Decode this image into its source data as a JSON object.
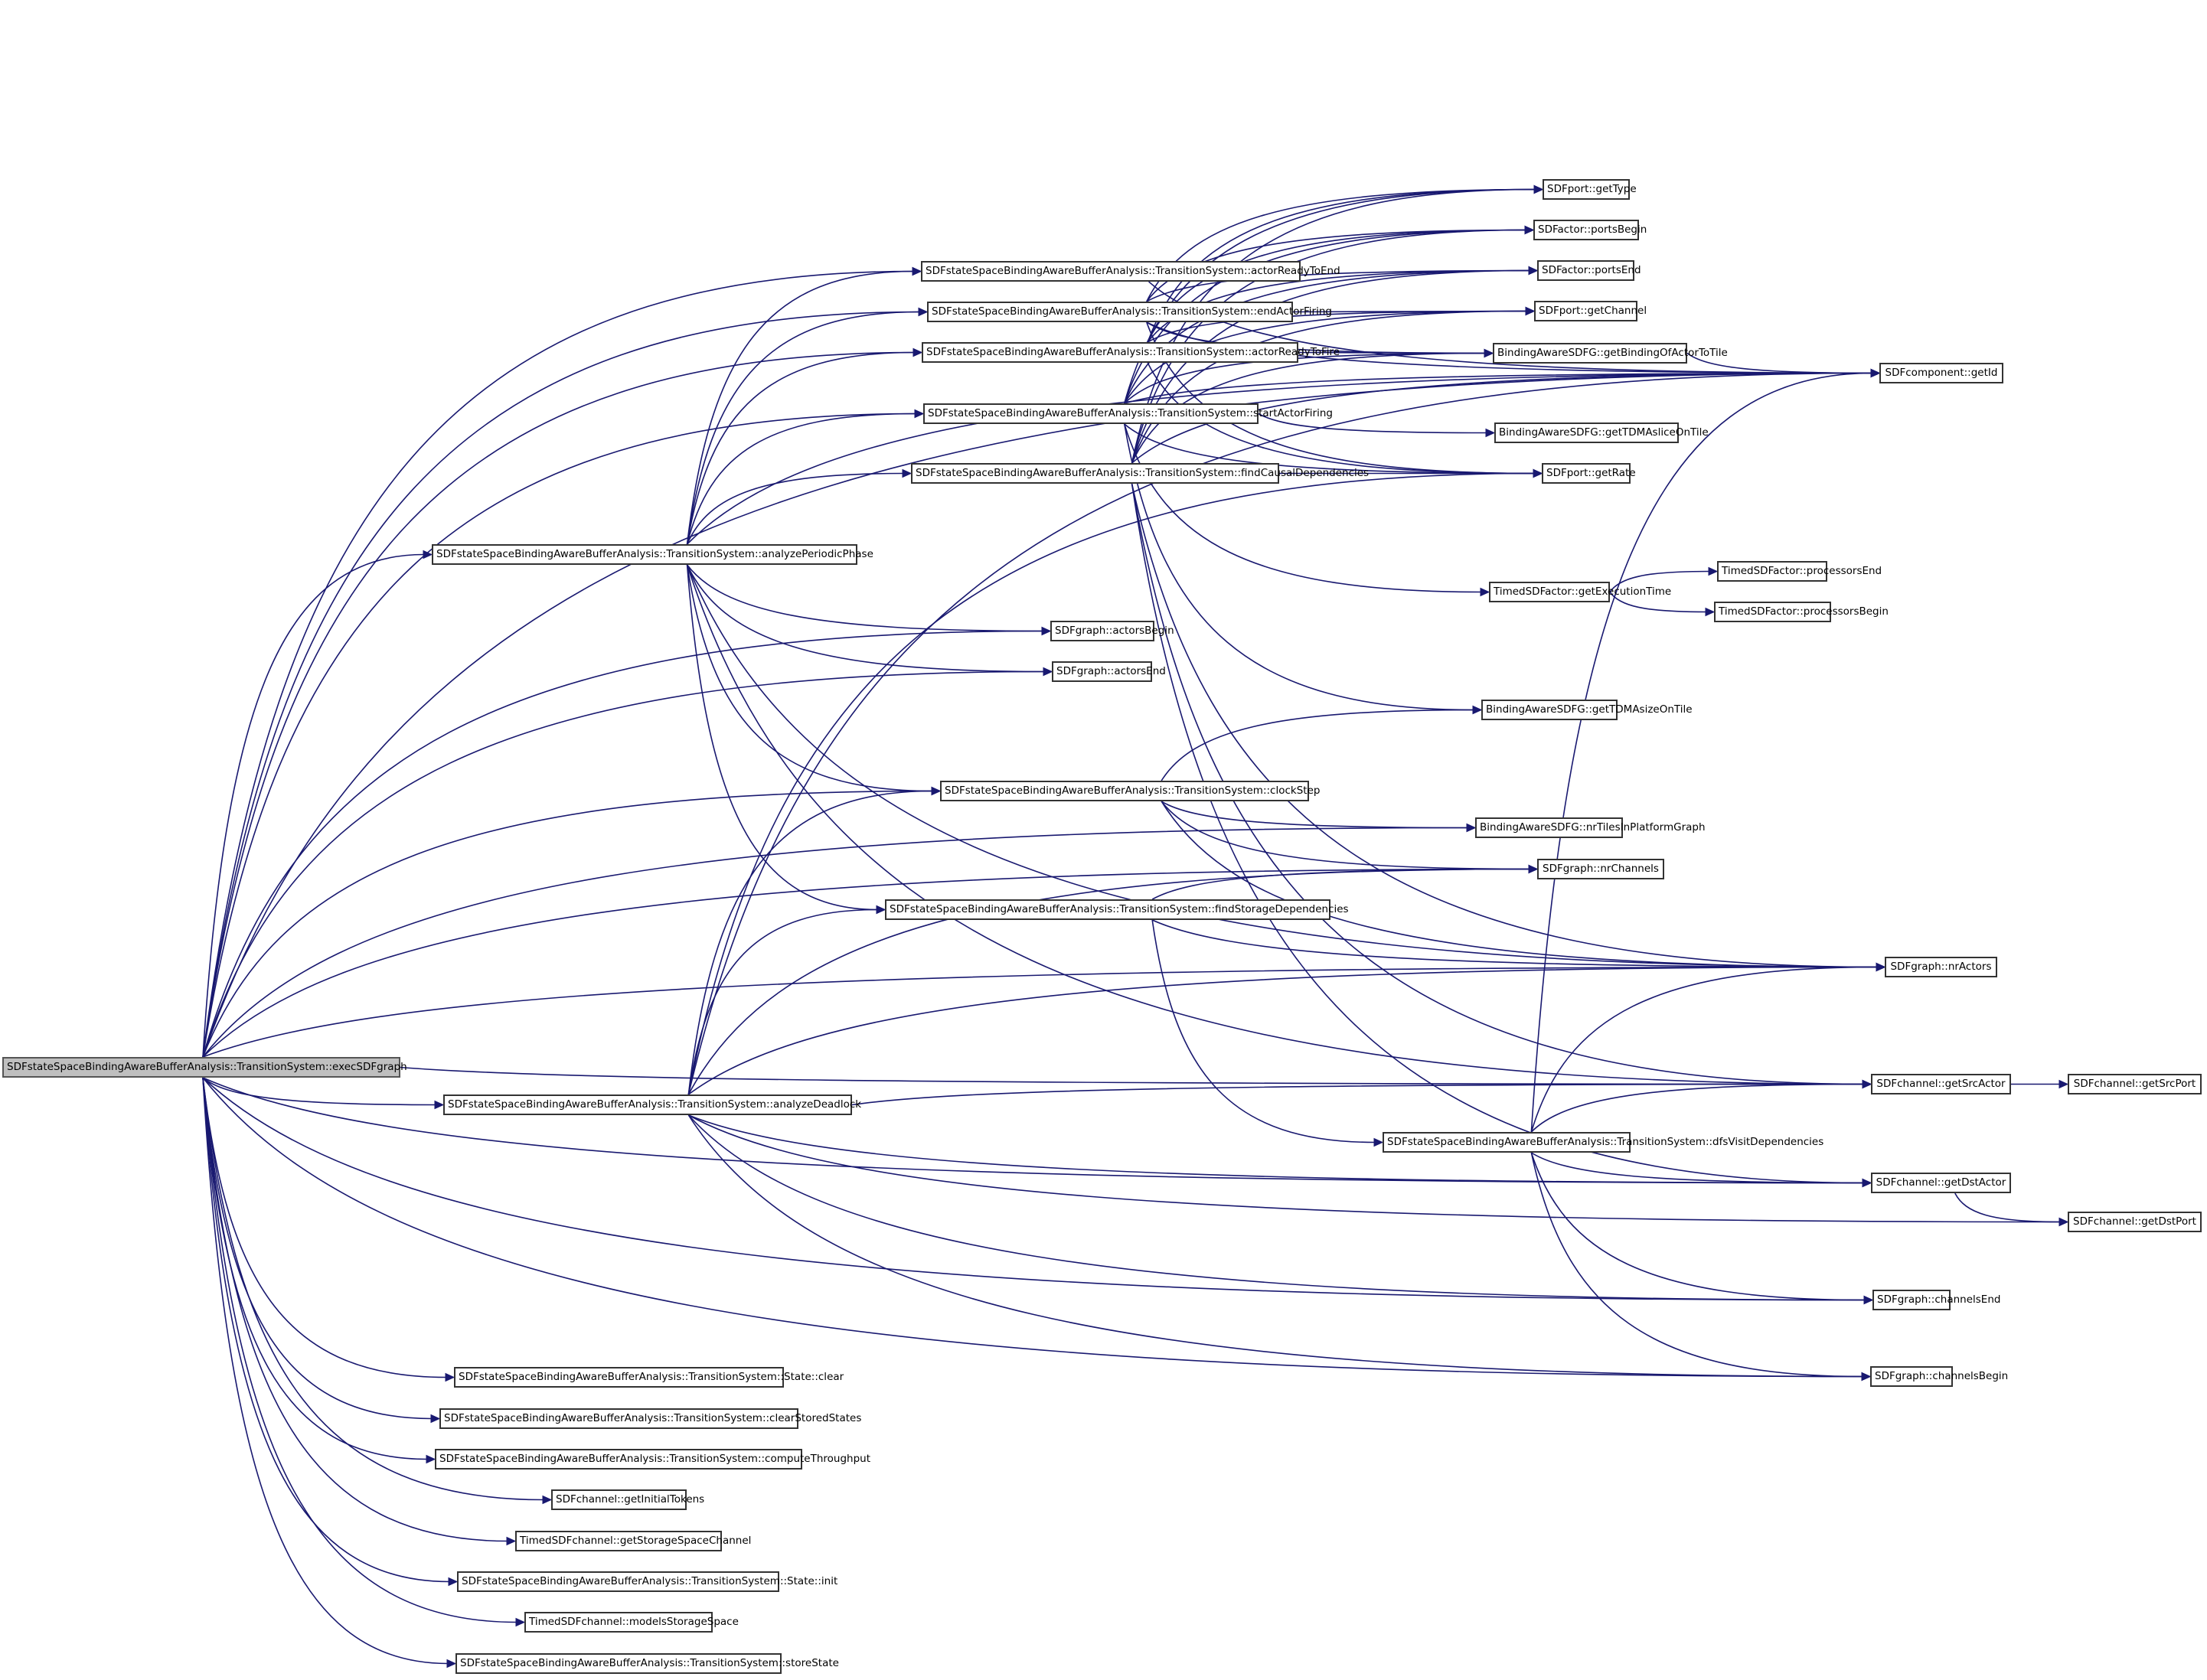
{
  "diagram": {
    "type": "call-graph",
    "root": "execSDFgraph",
    "colors": {
      "edge": "#191970",
      "root_fill": "#bfbfbf",
      "node_fill": "#ffffff",
      "node_border": "#333333"
    },
    "nodes": [
      {
        "id": "execSDFgraph",
        "label": "SDFstateSpaceBindingAwareBufferAnalysis::TransitionSystem::execSDFgraph",
        "root": true
      },
      {
        "id": "actorReadyToEnd",
        "label": "SDFstateSpaceBindingAwareBufferAnalysis::TransitionSystem::actorReadyToEnd"
      },
      {
        "id": "endActorFiring",
        "label": "SDFstateSpaceBindingAwareBufferAnalysis::TransitionSystem::endActorFiring"
      },
      {
        "id": "actorReadyToFire",
        "label": "SDFstateSpaceBindingAwareBufferAnalysis::TransitionSystem::actorReadyToFire"
      },
      {
        "id": "startActorFiring",
        "label": "SDFstateSpaceBindingAwareBufferAnalysis::TransitionSystem::startActorFiring"
      },
      {
        "id": "findCausalDependencies",
        "label": "SDFstateSpaceBindingAwareBufferAnalysis::TransitionSystem::findCausalDependencies"
      },
      {
        "id": "analyzePeriodicPhase",
        "label": "SDFstateSpaceBindingAwareBufferAnalysis::TransitionSystem::analyzePeriodicPhase"
      },
      {
        "id": "actorsBegin",
        "label": "SDFgraph::actorsBegin"
      },
      {
        "id": "actorsEnd",
        "label": "SDFgraph::actorsEnd"
      },
      {
        "id": "clockStep",
        "label": "SDFstateSpaceBindingAwareBufferAnalysis::TransitionSystem::clockStep"
      },
      {
        "id": "findStorageDependencies",
        "label": "SDFstateSpaceBindingAwareBufferAnalysis::TransitionSystem::findStorageDependencies"
      },
      {
        "id": "analyzeDeadlock",
        "label": "SDFstateSpaceBindingAwareBufferAnalysis::TransitionSystem::analyzeDeadlock"
      },
      {
        "id": "getType",
        "label": "SDFport::getType"
      },
      {
        "id": "portsBegin",
        "label": "SDFactor::portsBegin"
      },
      {
        "id": "portsEnd",
        "label": "SDFactor::portsEnd"
      },
      {
        "id": "getChannel",
        "label": "SDFport::getChannel"
      },
      {
        "id": "getBindingOfActorToTile",
        "label": "BindingAwareSDFG::getBindingOfActorToTile"
      },
      {
        "id": "getTDMAsliceOnTile",
        "label": "BindingAwareSDFG::getTDMAsliceOnTile"
      },
      {
        "id": "getRate",
        "label": "SDFport::getRate"
      },
      {
        "id": "getId",
        "label": "SDFcomponent::getId"
      },
      {
        "id": "getExecutionTime",
        "label": "TimedSDFactor::getExecutionTime"
      },
      {
        "id": "processorsEnd",
        "label": "TimedSDFactor::processorsEnd"
      },
      {
        "id": "processorsBegin",
        "label": "TimedSDFactor::processorsBegin"
      },
      {
        "id": "getTDMAsizeOnTile",
        "label": "BindingAwareSDFG::getTDMAsizeOnTile"
      },
      {
        "id": "nrTilesInPlatformGraph",
        "label": "BindingAwareSDFG::nrTilesInPlatformGraph"
      },
      {
        "id": "nrChannels",
        "label": "SDFgraph::nrChannels"
      },
      {
        "id": "nrActors",
        "label": "SDFgraph::nrActors"
      },
      {
        "id": "getSrcActor",
        "label": "SDFchannel::getSrcActor"
      },
      {
        "id": "getSrcPort",
        "label": "SDFchannel::getSrcPort"
      },
      {
        "id": "dfsVisitDependencies",
        "label": "SDFstateSpaceBindingAwareBufferAnalysis::TransitionSystem::dfsVisitDependencies"
      },
      {
        "id": "getDstActor",
        "label": "SDFchannel::getDstActor"
      },
      {
        "id": "getDstPort",
        "label": "SDFchannel::getDstPort"
      },
      {
        "id": "channelsEnd",
        "label": "SDFgraph::channelsEnd"
      },
      {
        "id": "channelsBegin",
        "label": "SDFgraph::channelsBegin"
      },
      {
        "id": "stateClear",
        "label": "SDFstateSpaceBindingAwareBufferAnalysis::TransitionSystem::State::clear"
      },
      {
        "id": "clearStoredStates",
        "label": "SDFstateSpaceBindingAwareBufferAnalysis::TransitionSystem::clearStoredStates"
      },
      {
        "id": "computeThroughput",
        "label": "SDFstateSpaceBindingAwareBufferAnalysis::TransitionSystem::computeThroughput"
      },
      {
        "id": "getInitialTokens",
        "label": "SDFchannel::getInitialTokens"
      },
      {
        "id": "getStorageSpaceChannel",
        "label": "TimedSDFchannel::getStorageSpaceChannel"
      },
      {
        "id": "stateInit",
        "label": "SDFstateSpaceBindingAwareBufferAnalysis::TransitionSystem::State::init"
      },
      {
        "id": "modelsStorageSpace",
        "label": "TimedSDFchannel::modelsStorageSpace"
      },
      {
        "id": "storeState",
        "label": "SDFstateSpaceBindingAwareBufferAnalysis::TransitionSystem::storeState"
      }
    ],
    "edges": [
      [
        "execSDFgraph",
        "actorReadyToEnd"
      ],
      [
        "execSDFgraph",
        "endActorFiring"
      ],
      [
        "execSDFgraph",
        "actorReadyToFire"
      ],
      [
        "execSDFgraph",
        "startActorFiring"
      ],
      [
        "execSDFgraph",
        "analyzePeriodicPhase"
      ],
      [
        "execSDFgraph",
        "actorsBegin"
      ],
      [
        "execSDFgraph",
        "actorsEnd"
      ],
      [
        "execSDFgraph",
        "clockStep"
      ],
      [
        "execSDFgraph",
        "nrTilesInPlatformGraph"
      ],
      [
        "execSDFgraph",
        "nrChannels"
      ],
      [
        "execSDFgraph",
        "nrActors"
      ],
      [
        "execSDFgraph",
        "getSrcActor"
      ],
      [
        "execSDFgraph",
        "analyzeDeadlock"
      ],
      [
        "execSDFgraph",
        "getDstActor"
      ],
      [
        "execSDFgraph",
        "channelsEnd"
      ],
      [
        "execSDFgraph",
        "channelsBegin"
      ],
      [
        "execSDFgraph",
        "getId"
      ],
      [
        "execSDFgraph",
        "stateClear"
      ],
      [
        "execSDFgraph",
        "clearStoredStates"
      ],
      [
        "execSDFgraph",
        "computeThroughput"
      ],
      [
        "execSDFgraph",
        "getInitialTokens"
      ],
      [
        "execSDFgraph",
        "getStorageSpaceChannel"
      ],
      [
        "execSDFgraph",
        "stateInit"
      ],
      [
        "execSDFgraph",
        "modelsStorageSpace"
      ],
      [
        "execSDFgraph",
        "storeState"
      ],
      [
        "actorReadyToEnd",
        "getId"
      ],
      [
        "endActorFiring",
        "getType"
      ],
      [
        "endActorFiring",
        "portsBegin"
      ],
      [
        "endActorFiring",
        "portsEnd"
      ],
      [
        "endActorFiring",
        "getChannel"
      ],
      [
        "endActorFiring",
        "getBindingOfActorToTile"
      ],
      [
        "endActorFiring",
        "getRate"
      ],
      [
        "endActorFiring",
        "getId"
      ],
      [
        "actorReadyToFire",
        "getType"
      ],
      [
        "actorReadyToFire",
        "portsBegin"
      ],
      [
        "actorReadyToFire",
        "portsEnd"
      ],
      [
        "actorReadyToFire",
        "getChannel"
      ],
      [
        "actorReadyToFire",
        "getBindingOfActorToTile"
      ],
      [
        "actorReadyToFire",
        "getRate"
      ],
      [
        "startActorFiring",
        "getType"
      ],
      [
        "startActorFiring",
        "portsBegin"
      ],
      [
        "startActorFiring",
        "portsEnd"
      ],
      [
        "startActorFiring",
        "getChannel"
      ],
      [
        "startActorFiring",
        "getBindingOfActorToTile"
      ],
      [
        "startActorFiring",
        "getTDMAsliceOnTile"
      ],
      [
        "startActorFiring",
        "getRate"
      ],
      [
        "startActorFiring",
        "getId"
      ],
      [
        "startActorFiring",
        "getExecutionTime"
      ],
      [
        "startActorFiring",
        "getTDMAsizeOnTile"
      ],
      [
        "findCausalDependencies",
        "getType"
      ],
      [
        "findCausalDependencies",
        "portsBegin"
      ],
      [
        "findCausalDependencies",
        "portsEnd"
      ],
      [
        "findCausalDependencies",
        "getChannel"
      ],
      [
        "findCausalDependencies",
        "getBindingOfActorToTile"
      ],
      [
        "findCausalDependencies",
        "getRate"
      ],
      [
        "findCausalDependencies",
        "getId"
      ],
      [
        "findCausalDependencies",
        "nrActors"
      ],
      [
        "findCausalDependencies",
        "getSrcActor"
      ],
      [
        "findCausalDependencies",
        "getDstActor"
      ],
      [
        "analyzePeriodicPhase",
        "actorReadyToEnd"
      ],
      [
        "analyzePeriodicPhase",
        "endActorFiring"
      ],
      [
        "analyzePeriodicPhase",
        "actorReadyToFire"
      ],
      [
        "analyzePeriodicPhase",
        "startActorFiring"
      ],
      [
        "analyzePeriodicPhase",
        "findCausalDependencies"
      ],
      [
        "analyzePeriodicPhase",
        "actorsBegin"
      ],
      [
        "analyzePeriodicPhase",
        "actorsEnd"
      ],
      [
        "analyzePeriodicPhase",
        "clockStep"
      ],
      [
        "analyzePeriodicPhase",
        "findStorageDependencies"
      ],
      [
        "analyzePeriodicPhase",
        "getId"
      ],
      [
        "analyzePeriodicPhase",
        "nrActors"
      ],
      [
        "analyzePeriodicPhase",
        "getSrcActor"
      ],
      [
        "clockStep",
        "getTDMAsizeOnTile"
      ],
      [
        "clockStep",
        "nrTilesInPlatformGraph"
      ],
      [
        "clockStep",
        "nrActors"
      ],
      [
        "clockStep",
        "nrChannels"
      ],
      [
        "findStorageDependencies",
        "nrChannels"
      ],
      [
        "findStorageDependencies",
        "nrActors"
      ],
      [
        "findStorageDependencies",
        "dfsVisitDependencies"
      ],
      [
        "analyzeDeadlock",
        "clockStep"
      ],
      [
        "analyzeDeadlock",
        "findStorageDependencies"
      ],
      [
        "analyzeDeadlock",
        "getRate"
      ],
      [
        "analyzeDeadlock",
        "getId"
      ],
      [
        "analyzeDeadlock",
        "nrActors"
      ],
      [
        "analyzeDeadlock",
        "getSrcActor"
      ],
      [
        "analyzeDeadlock",
        "getDstActor"
      ],
      [
        "analyzeDeadlock",
        "getDstPort"
      ],
      [
        "analyzeDeadlock",
        "channelsEnd"
      ],
      [
        "analyzeDeadlock",
        "channelsBegin"
      ],
      [
        "analyzeDeadlock",
        "nrChannels"
      ],
      [
        "getBindingOfActorToTile",
        "getId"
      ],
      [
        "getExecutionTime",
        "processorsEnd"
      ],
      [
        "getExecutionTime",
        "processorsBegin"
      ],
      [
        "getSrcActor",
        "getSrcPort"
      ],
      [
        "getDstActor",
        "getDstPort"
      ],
      [
        "dfsVisitDependencies",
        "getId"
      ],
      [
        "dfsVisitDependencies",
        "nrActors"
      ],
      [
        "dfsVisitDependencies",
        "getSrcActor"
      ],
      [
        "dfsVisitDependencies",
        "getDstActor"
      ],
      [
        "dfsVisitDependencies",
        "channelsEnd"
      ],
      [
        "dfsVisitDependencies",
        "channelsBegin"
      ]
    ]
  }
}
